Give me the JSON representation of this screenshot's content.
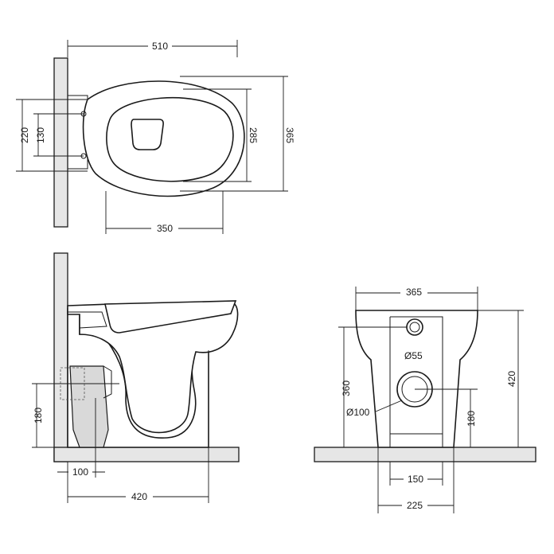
{
  "colors": {
    "wall_fill": "#e6e6e6",
    "line": "#1a1a1a",
    "background": "#ffffff",
    "pipe_fill": "#d9d9d9"
  },
  "top_view": {
    "width_510": "510",
    "length_350": "350",
    "depth_365": "365",
    "bowl_285": "285",
    "fixing_220": "220",
    "fixing_130": "130"
  },
  "side_view": {
    "outlet_height_180": "180",
    "outlet_offset_100": "100",
    "projection_420": "420"
  },
  "front_view": {
    "width_365": "365",
    "height_420": "420",
    "inlet_360": "360",
    "inlet_diameter": "Ø55",
    "outlet_diameter": "Ø100",
    "outlet_180": "180",
    "base_150": "150",
    "base_225": "225"
  }
}
